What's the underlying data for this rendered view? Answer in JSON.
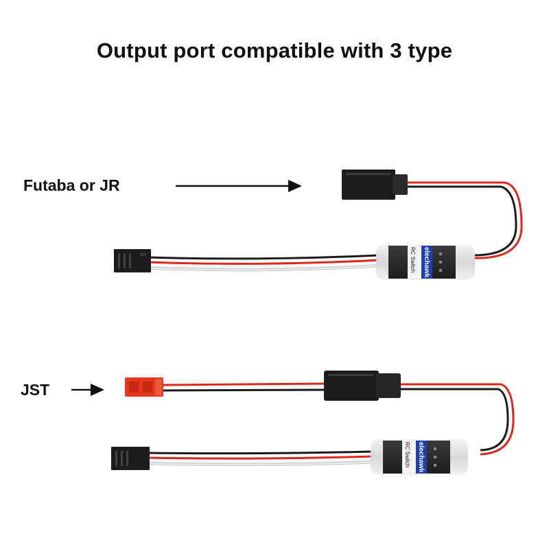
{
  "headline": "Output port compatible with 3 type",
  "callouts": {
    "futaba": "Futaba or JR",
    "jst": "JST"
  },
  "device": {
    "brand": "elechawk",
    "model": "RC Switch"
  },
  "colors": {
    "red_wire": "#e0261c",
    "black_wire": "#1a1a1a",
    "white_wire": "#ececec",
    "brand_blue": "#1f3fb0",
    "jst_housing": "#e8351e",
    "connector_black": "#1c1c1c"
  }
}
